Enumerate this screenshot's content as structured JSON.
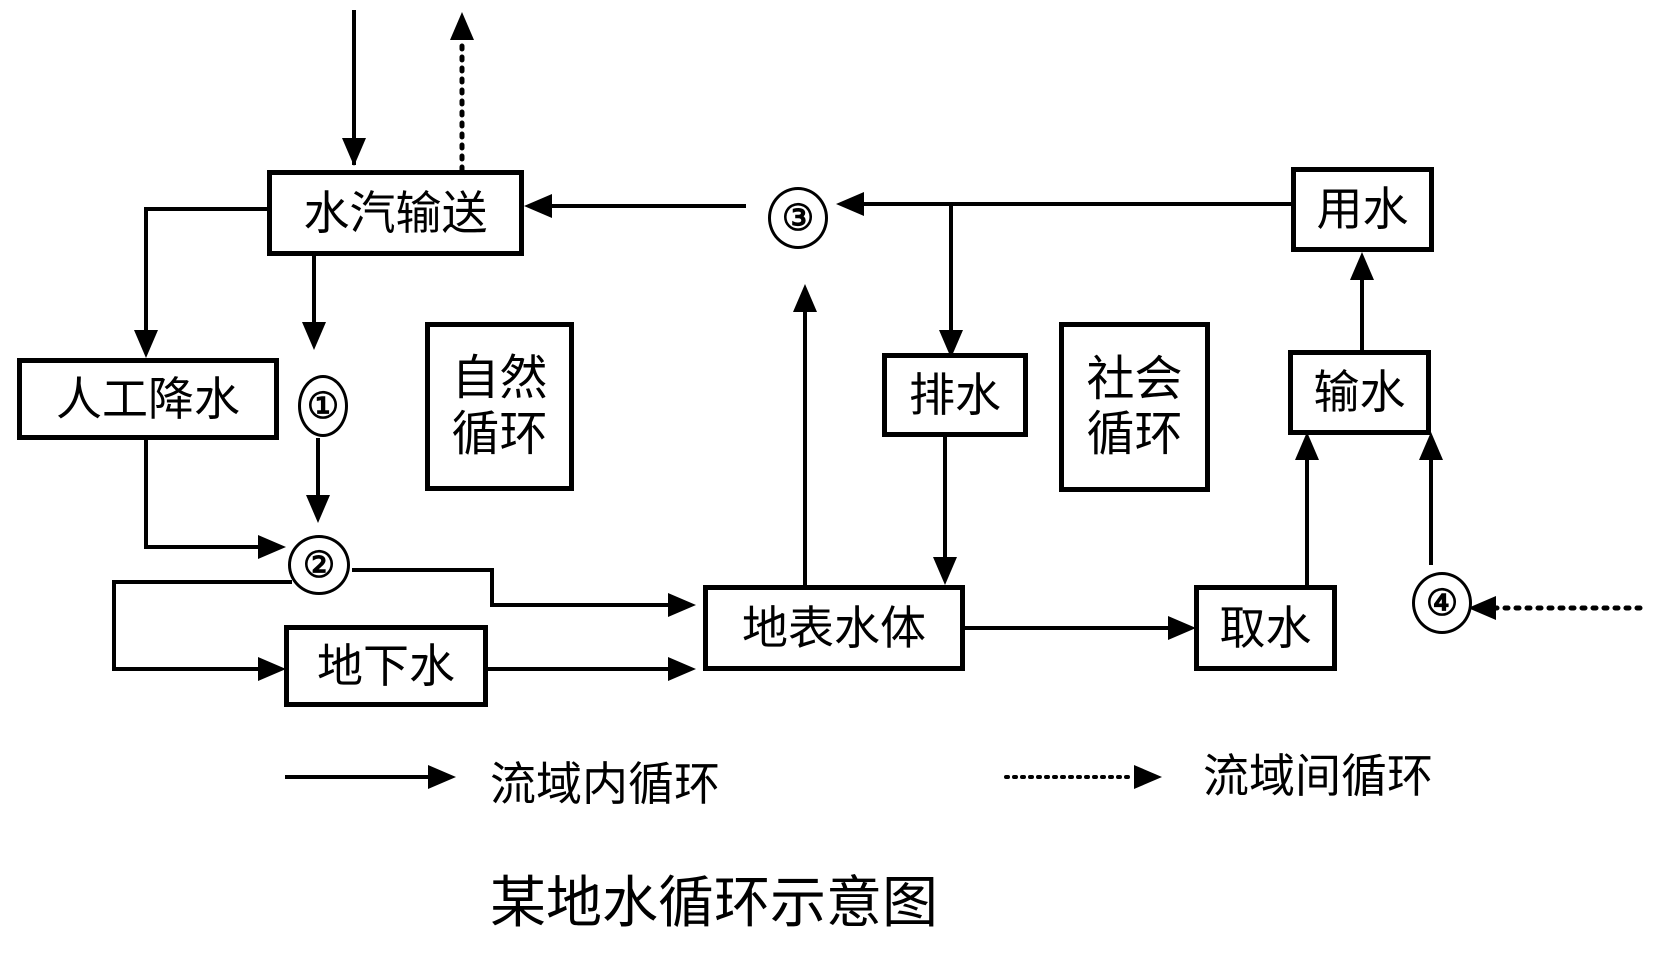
{
  "diagram": {
    "title": "某地水循环示意图",
    "nodes": {
      "vapor_transport": "水汽输送",
      "artificial_precip": "人工降水",
      "groundwater": "地下水",
      "surface_water": "地表水体",
      "drainage": "排水",
      "water_use": "用水",
      "water_conveyance": "输水",
      "water_intake": "取水"
    },
    "markers": {
      "m1": "①",
      "m2": "②",
      "m3": "③",
      "m4": "④"
    },
    "labels": {
      "natural_cycle": [
        "自然",
        "循环"
      ],
      "social_cycle": [
        "社会",
        "循环"
      ]
    },
    "legend": {
      "intra_basin": "流域内循环",
      "inter_basin": "流域间循环"
    },
    "edges": [
      {
        "from": "external",
        "to": "水汽输送",
        "style": "solid"
      },
      {
        "from": "水汽输送",
        "to": "external",
        "style": "dotted"
      },
      {
        "from": "水汽输送",
        "to": "人工降水",
        "style": "solid"
      },
      {
        "from": "水汽输送",
        "to": "①",
        "style": "solid"
      },
      {
        "from": "①",
        "to": "②",
        "style": "solid"
      },
      {
        "from": "人工降水",
        "to": "②",
        "style": "solid"
      },
      {
        "from": "②",
        "to": "地表水体",
        "style": "solid"
      },
      {
        "from": "②",
        "to": "地下水",
        "style": "solid"
      },
      {
        "from": "地下水",
        "to": "地表水体",
        "style": "solid"
      },
      {
        "from": "地表水体",
        "to": "③",
        "style": "solid"
      },
      {
        "from": "③",
        "to": "水汽输送",
        "style": "solid"
      },
      {
        "from": "用水",
        "to": "③",
        "style": "solid"
      },
      {
        "from": "用水",
        "to": "排水",
        "style": "solid"
      },
      {
        "from": "排水",
        "to": "地表水体",
        "style": "solid"
      },
      {
        "from": "地表水体",
        "to": "取水",
        "style": "solid"
      },
      {
        "from": "取水",
        "to": "输水",
        "style": "solid"
      },
      {
        "from": "④",
        "to": "输水",
        "style": "solid"
      },
      {
        "from": "external",
        "to": "④",
        "style": "dotted"
      },
      {
        "from": "输水",
        "to": "用水",
        "style": "solid"
      }
    ]
  }
}
